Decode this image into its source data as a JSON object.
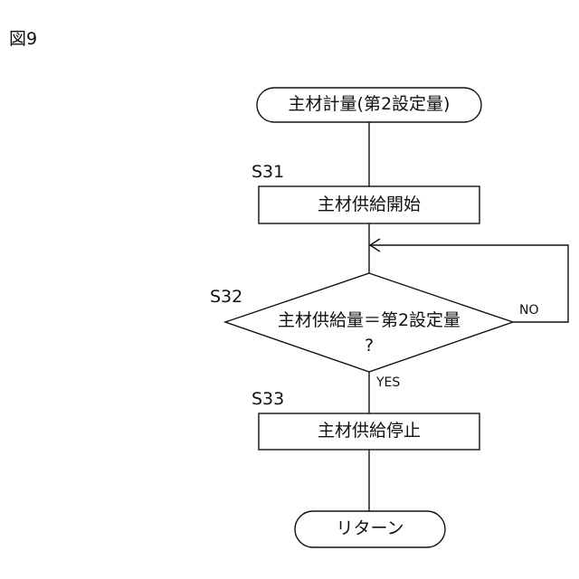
{
  "figure": {
    "label": "図9"
  },
  "nodes": {
    "start": "主材計量(第2設定量)",
    "s31": "主材供給開始",
    "decision_line1": "主材供給量＝第2設定量",
    "decision_line2": "?",
    "s33": "主材供給停止",
    "end": "リターン"
  },
  "steps": {
    "s31": "S31",
    "s32": "S32",
    "s33": "S33"
  },
  "edges": {
    "no": "NO",
    "yes": "YES"
  }
}
